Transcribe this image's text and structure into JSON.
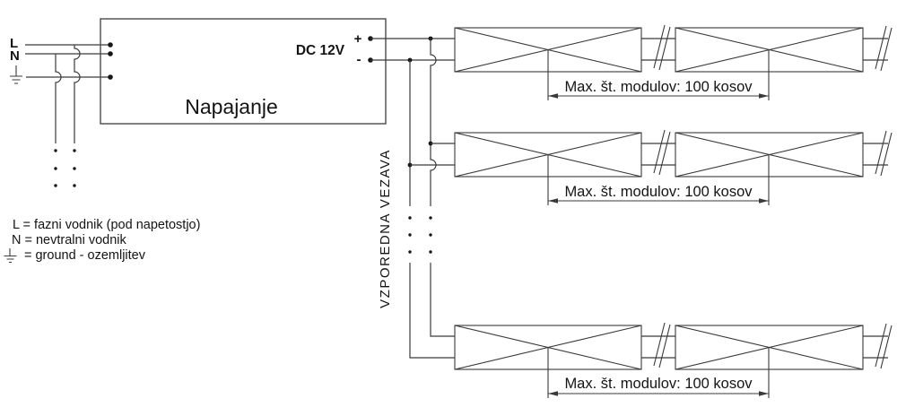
{
  "power_supply": {
    "label": "Napajanje",
    "dc_label": "DC 12V",
    "plus_label": "+",
    "minus_label": "-"
  },
  "mains": {
    "l_label": "L",
    "n_label": "N",
    "ground_icon": "ground-icon"
  },
  "parallel_connection_label": "VZPOREDNA VEZAVA",
  "rows": [
    {
      "dimension_label": "Max. št. modulov: 100 kosov"
    },
    {
      "dimension_label": "Max. št. modulov: 100 kosov"
    },
    {
      "dimension_label": "Max. št. modulov: 100 kosov"
    }
  ],
  "legend": {
    "line_l": "L = fazni vodnik (pod napetostjo)",
    "line_n": "N = nevtralni vodnik",
    "line_ground": "= ground - ozemljitev",
    "ground_icon": "ground-icon"
  },
  "colors": {
    "line": "#3a3a3a",
    "text": "#141414",
    "background": "#ffffff"
  }
}
